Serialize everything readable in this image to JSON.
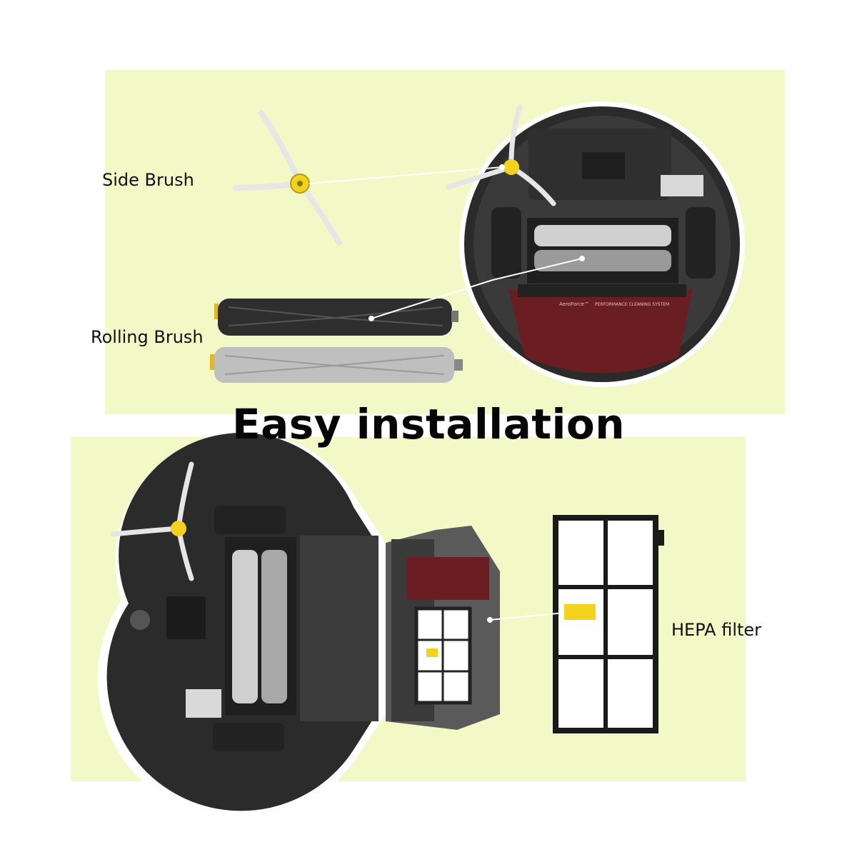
{
  "labels": {
    "side_brush": "Side Brush",
    "rolling_brush": "Rolling Brush",
    "hepa_filter": "HEPA filter"
  },
  "headline": "Easy installation",
  "robot_print": {
    "aeroforce": "AeroForce™",
    "system": "PERFORMANCE CLEANING SYSTEM"
  },
  "colors": {
    "panel": "#f2f8c6",
    "robot_body": "#2b2b2b",
    "bin_red": "#6a1e22",
    "brush_hub": "#f2d21c",
    "pointer": "#ffffff"
  }
}
